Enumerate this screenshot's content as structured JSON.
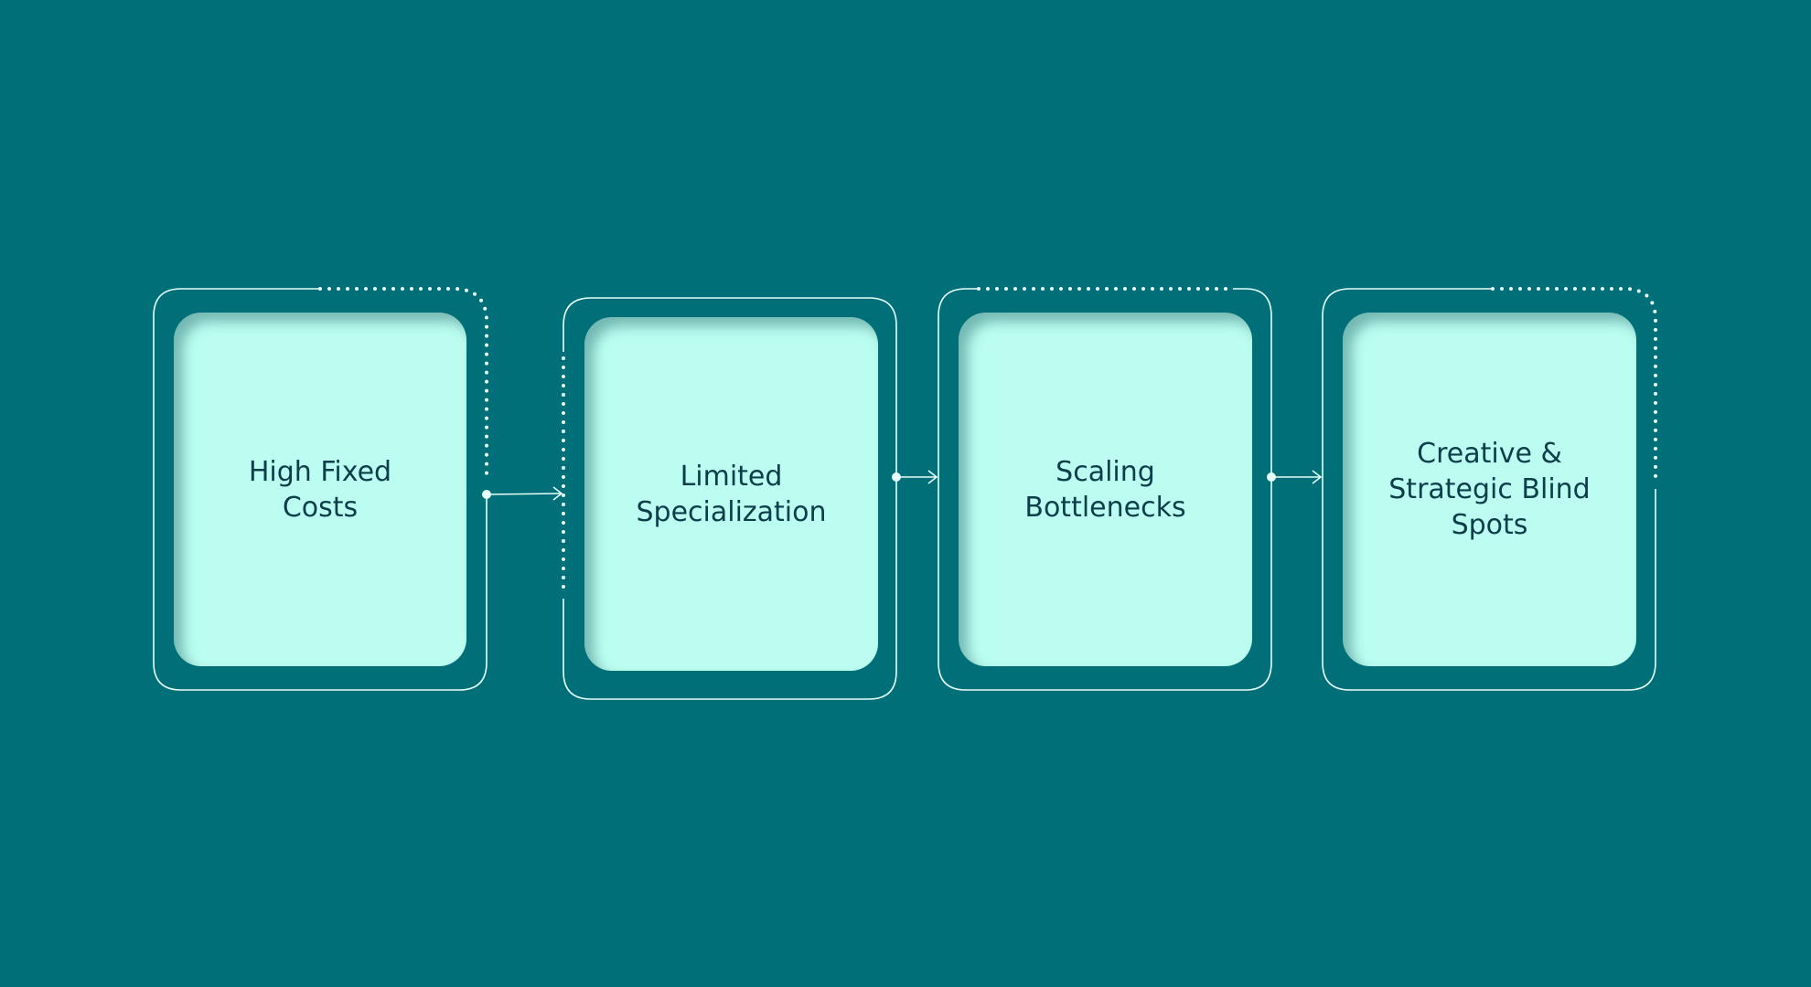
{
  "diagram": {
    "type": "flow",
    "direction": "left-to-right",
    "colors": {
      "background": "#006f78",
      "card_fill": "#bbfef1",
      "card_text": "#0b3d4a",
      "line": "#e6fffb"
    },
    "steps": [
      {
        "label": "High Fixed\nCosts"
      },
      {
        "label": "Limited\nSpecialization"
      },
      {
        "label": "Scaling\nBottlenecks"
      },
      {
        "label": "Creative &\nStrategic Blind\nSpots"
      }
    ],
    "connections": [
      {
        "from": 0,
        "to": 1
      },
      {
        "from": 1,
        "to": 2
      },
      {
        "from": 2,
        "to": 3
      }
    ]
  }
}
